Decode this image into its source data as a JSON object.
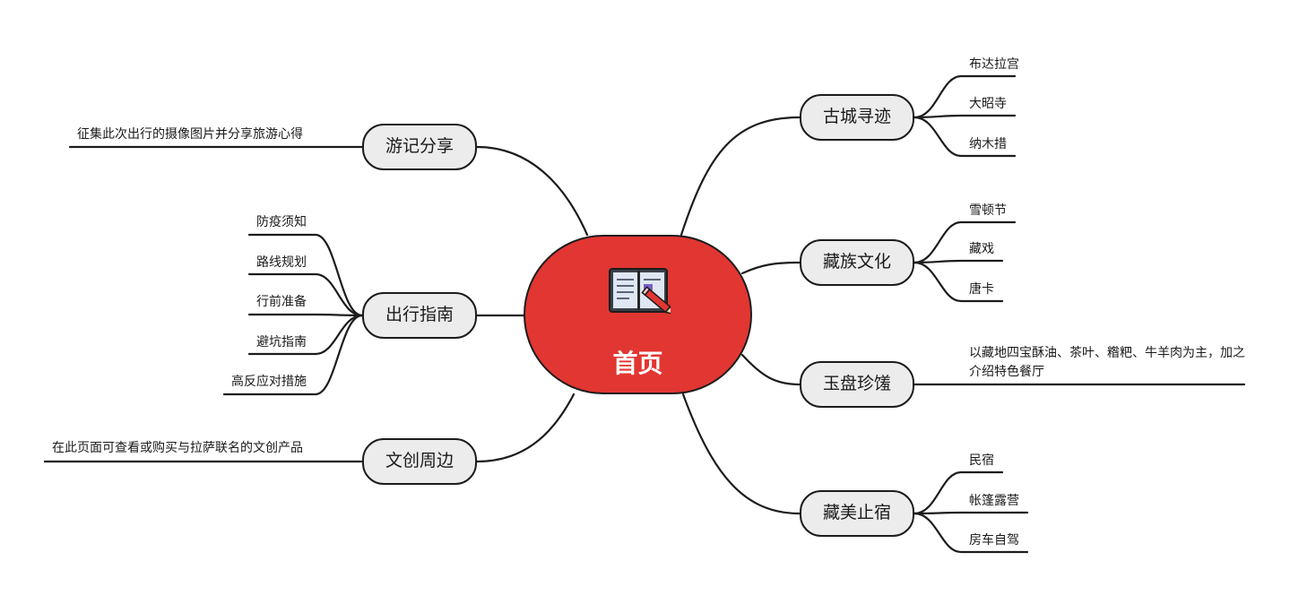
{
  "center": {
    "label": "首页",
    "icon": "book-pencil-icon"
  },
  "colors": {
    "center": "#e23632",
    "branch_fill": "#ececec",
    "stroke": "#1c1c1c"
  },
  "branches": [
    {
      "key": "gucheng",
      "label": "古城寻迹",
      "children": [
        "布达拉宫",
        "大昭寺",
        "纳木措"
      ]
    },
    {
      "key": "zangzu",
      "label": "藏族文化",
      "children": [
        "雪顿节",
        "藏戏",
        "唐卡"
      ]
    },
    {
      "key": "yupan",
      "label": "玉盘珍馐",
      "children": [
        "以藏地四宝酥油、茶叶、糌粑、牛羊肉为主，加之介绍特色餐厅"
      ]
    },
    {
      "key": "zangmei",
      "label": "藏美止宿",
      "children": [
        "民宿",
        "帐篷露营",
        "房车自驾"
      ]
    },
    {
      "key": "youji",
      "label": "游记分享",
      "children": [
        "征集此次出行的摄像图片并分享旅游心得"
      ]
    },
    {
      "key": "chuxing",
      "label": "出行指南",
      "children": [
        "防疫须知",
        "路线规划",
        "行前准备",
        "避坑指南",
        "高反应对措施"
      ]
    },
    {
      "key": "wenchuang",
      "label": "文创周边",
      "children": [
        "在此页面可查看或购买与拉萨联名的文创产品"
      ]
    }
  ]
}
